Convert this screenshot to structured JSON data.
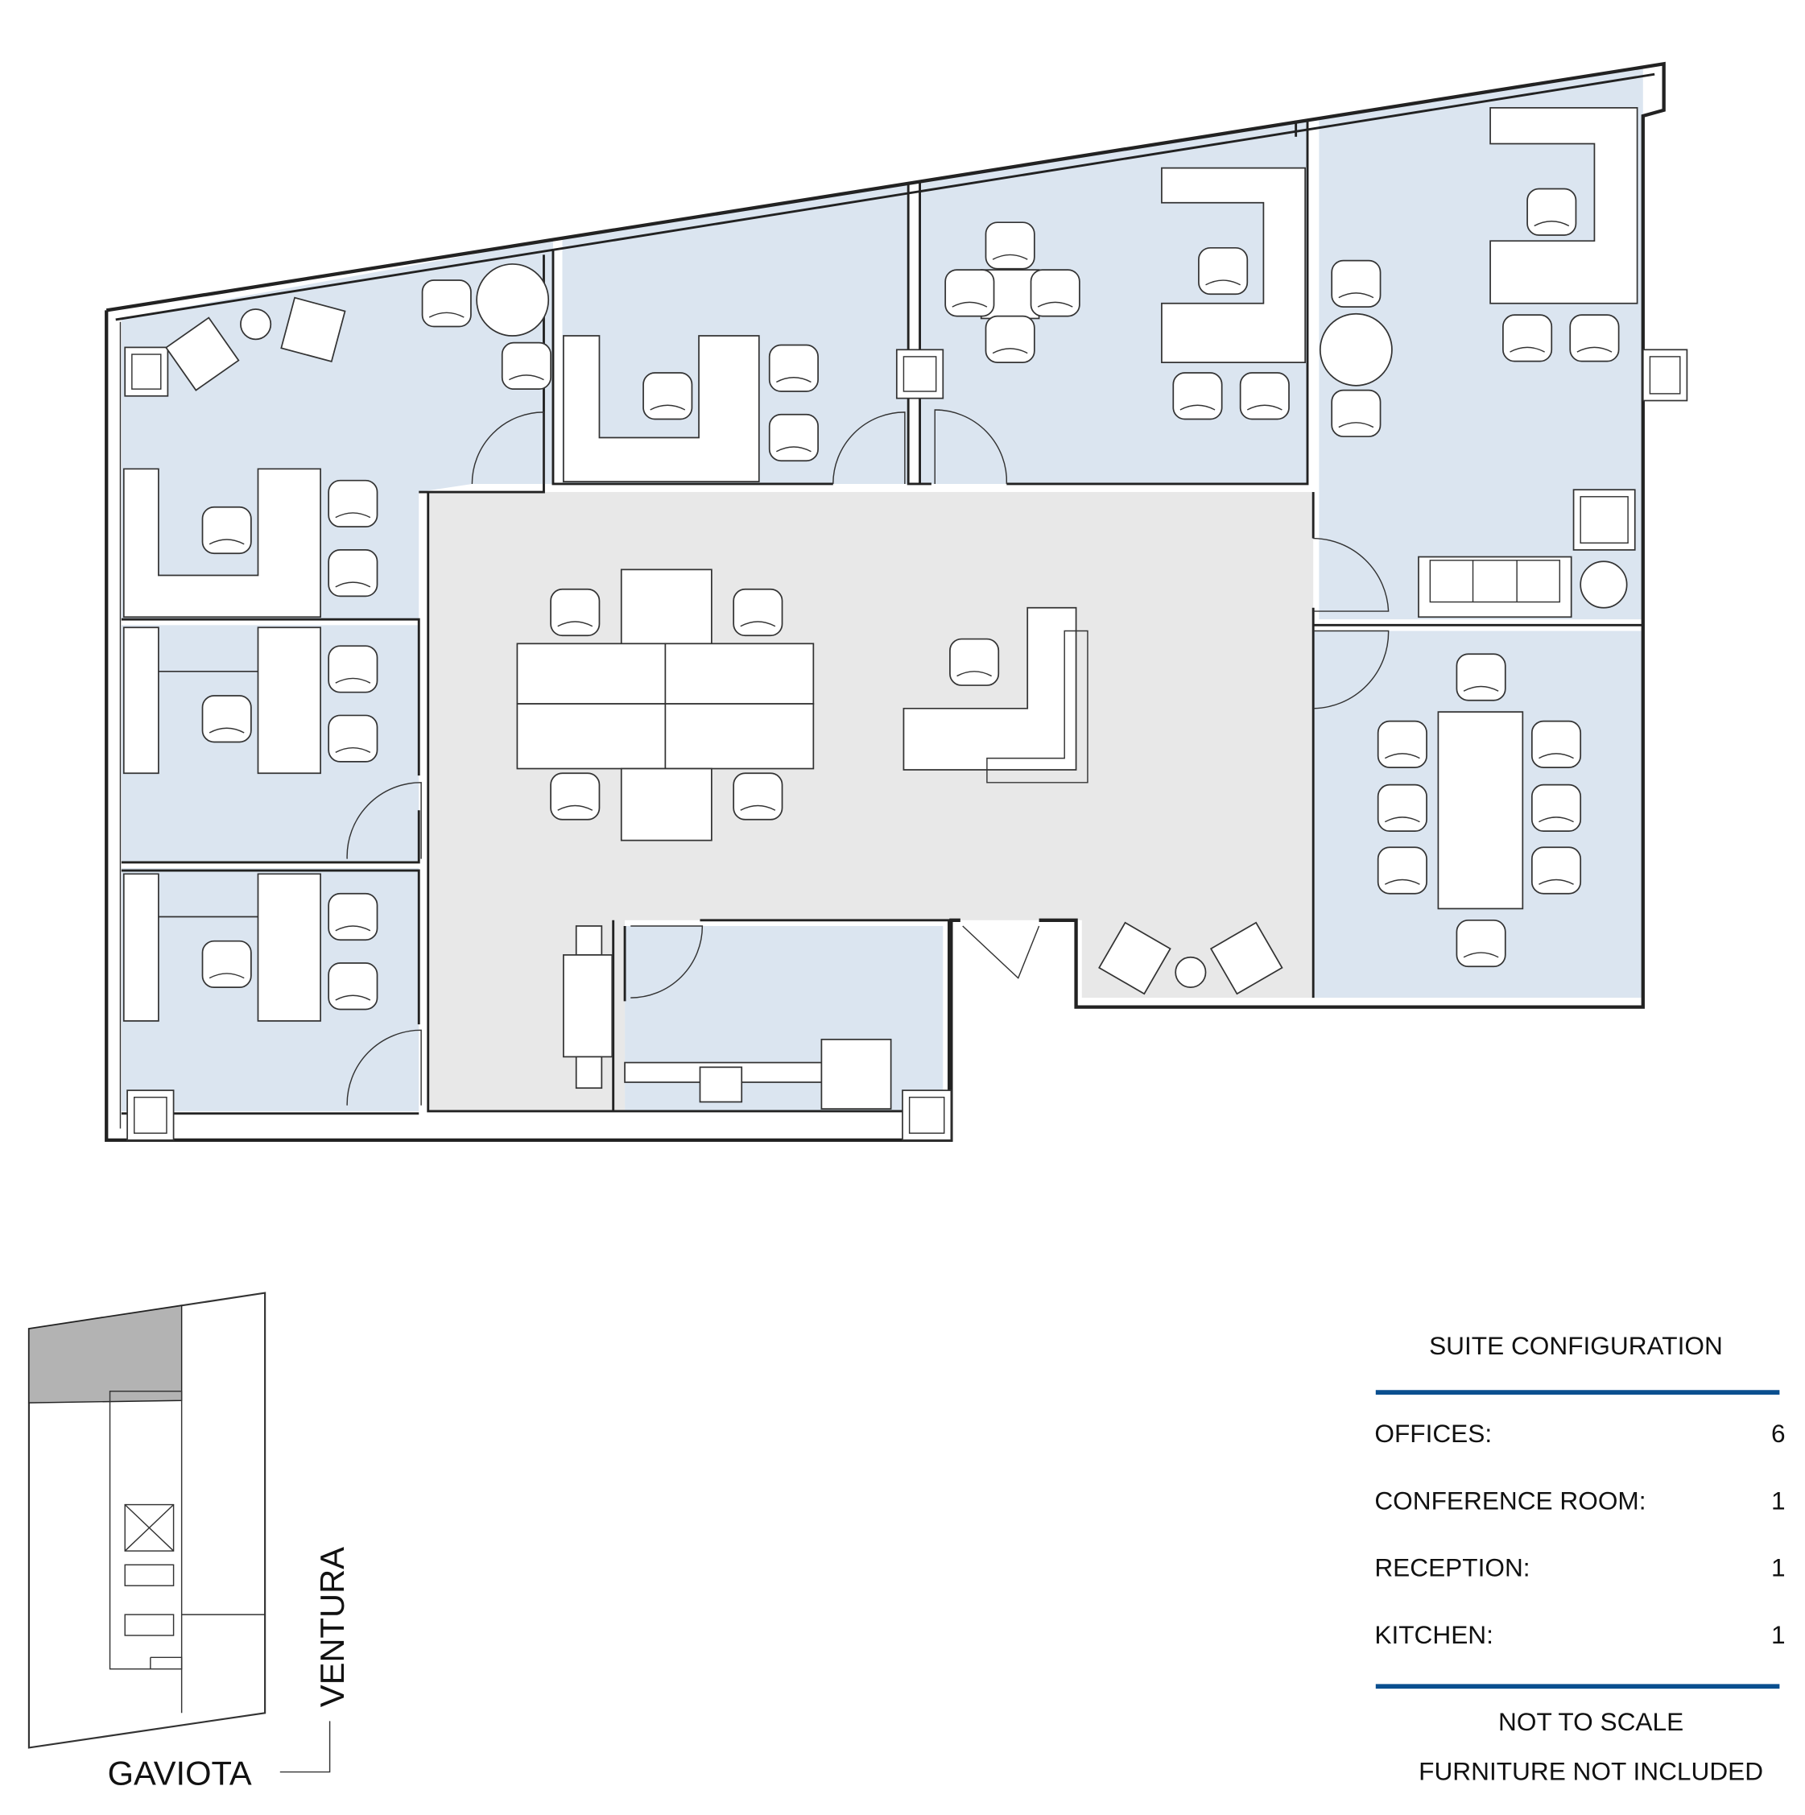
{
  "suite_configuration": {
    "title": "SUITE CONFIGURATION",
    "rows": [
      {
        "label": "OFFICES:",
        "value": "6"
      },
      {
        "label": "CONFERENCE ROOM:",
        "value": "1"
      },
      {
        "label": "RECEPTION:",
        "value": "1"
      },
      {
        "label": "KITCHEN:",
        "value": "1"
      }
    ],
    "notes": [
      "NOT TO SCALE",
      "FURNITURE NOT INCLUDED"
    ]
  },
  "key_plan": {
    "street_bottom": "GAVIOTA",
    "street_right": "VENTURA"
  },
  "colors": {
    "office_fill": "#dbe5f0",
    "common_fill": "#e8e8e8",
    "rule": "#0a4f8f",
    "key_highlight": "#b3b3b3"
  }
}
